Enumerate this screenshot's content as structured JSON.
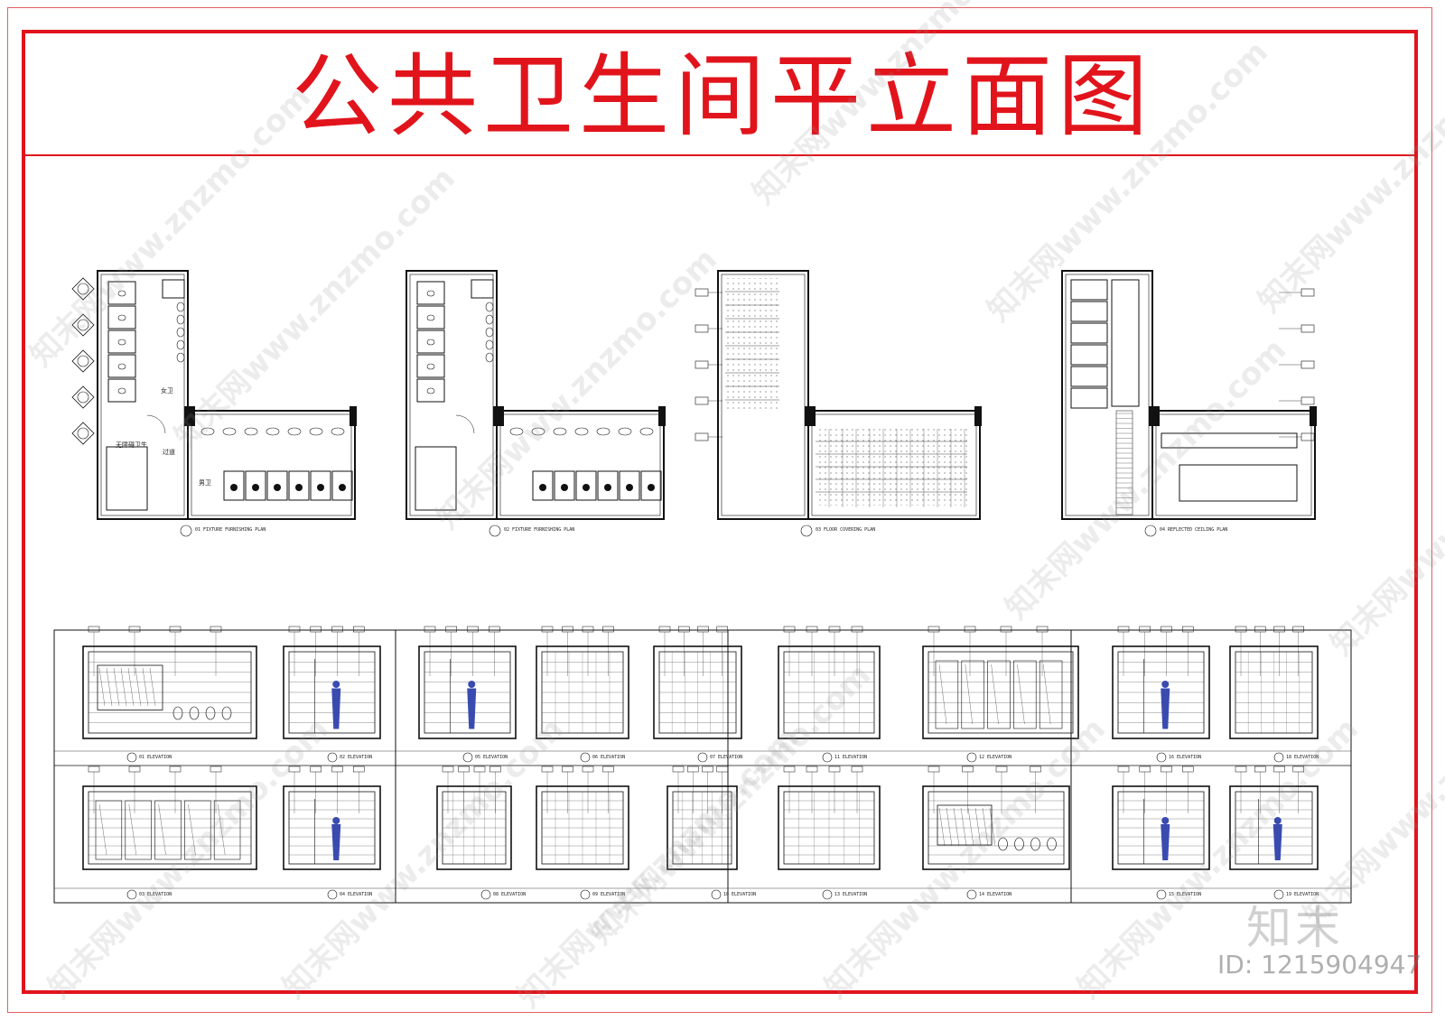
{
  "title": "公共卫生间平立面图",
  "plans": [
    {
      "num": "01",
      "caption": "FIXTURE FURNISHING PLAN",
      "room_labels": [
        "无障碍卫生",
        "女卫",
        "男卫",
        "过道"
      ]
    },
    {
      "num": "02",
      "caption": "FIXTURE FURNISHING PLAN",
      "room_labels": []
    },
    {
      "num": "03",
      "caption": "FLOOR COVERING PLAN",
      "room_labels": []
    },
    {
      "num": "04",
      "caption": "REFLECTED CEILING PLAN",
      "room_labels": []
    }
  ],
  "elevations": [
    {
      "num": "01",
      "caption": "ELEVATION"
    },
    {
      "num": "02",
      "caption": "ELEVATION"
    },
    {
      "num": "05",
      "caption": "ELEVATION"
    },
    {
      "num": "06",
      "caption": "ELEVATION"
    },
    {
      "num": "07",
      "caption": "ELEVATION"
    },
    {
      "num": "11",
      "caption": "ELEVATION"
    },
    {
      "num": "12",
      "caption": "ELEVATION"
    },
    {
      "num": "16",
      "caption": "ELEVATION"
    },
    {
      "num": "18",
      "caption": "ELEVATION"
    },
    {
      "num": "03",
      "caption": "ELEVATION"
    },
    {
      "num": "04",
      "caption": "ELEVATION"
    },
    {
      "num": "08",
      "caption": "ELEVATION"
    },
    {
      "num": "09",
      "caption": "ELEVATION"
    },
    {
      "num": "10",
      "caption": "ELEVATION"
    },
    {
      "num": "13",
      "caption": "ELEVATION"
    },
    {
      "num": "14",
      "caption": "ELEVATION"
    },
    {
      "num": "15",
      "caption": "ELEVATION"
    },
    {
      "num": "19",
      "caption": "ELEVATION"
    }
  ],
  "watermark": {
    "site_text": "知末网www.znzmo.com",
    "logo_text": "知末",
    "id_text": "ID: 1215904947"
  },
  "colors": {
    "frame": "#e1141c",
    "line": "#111111",
    "figure": "#3a4bb0"
  }
}
